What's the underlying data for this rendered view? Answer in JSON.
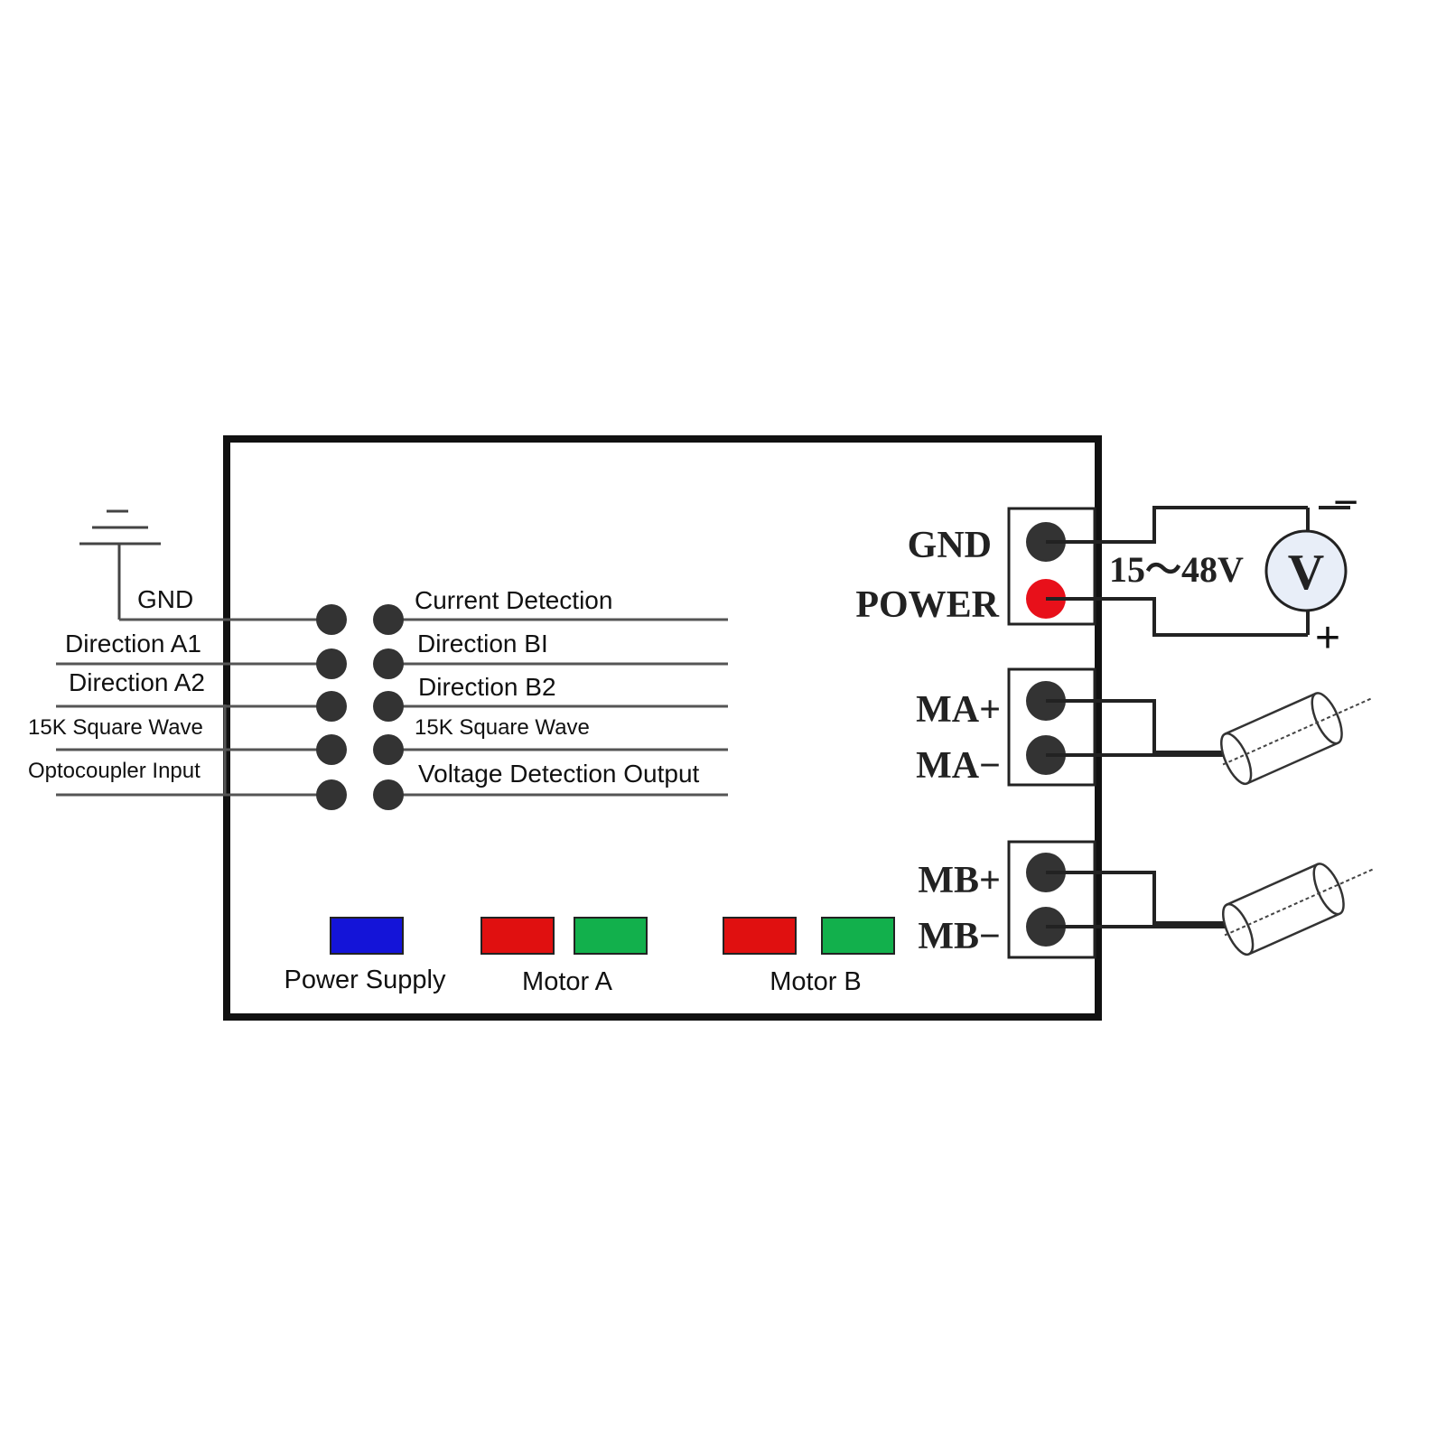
{
  "left_labels": {
    "gnd": "GND",
    "direction_a1": "Direction A1",
    "direction_a2": "Direction A2",
    "square_wave": "15K Square Wave",
    "optocoupler": "Optocoupler Input"
  },
  "right_labels": {
    "current_detection": "Current Detection",
    "direction_b1": "Direction BI",
    "direction_b2": "Direction B2",
    "square_wave": "15K Square Wave",
    "voltage_detection": "Voltage Detection Output"
  },
  "terminals": {
    "gnd": "GND",
    "power": "POWER",
    "ma_plus": "MA+",
    "ma_minus": "MA−",
    "mb_plus": "MB+",
    "mb_minus": "MB−"
  },
  "supply": {
    "voltage_range": "15～48V",
    "meter_symbol": "V",
    "minus": "−",
    "plus": "+"
  },
  "indicators": {
    "power_supply": {
      "label": "Power Supply",
      "color": "#1414d8"
    },
    "motor_a": {
      "label": "Motor A",
      "colors": [
        "#e01010",
        "#12b04c"
      ]
    },
    "motor_b": {
      "label": "Motor B",
      "colors": [
        "#e01010",
        "#12b04c"
      ]
    }
  },
  "colors": {
    "power_pin": "#e8101a",
    "pin": "#333333",
    "meter_fill": "#e8eef8"
  }
}
